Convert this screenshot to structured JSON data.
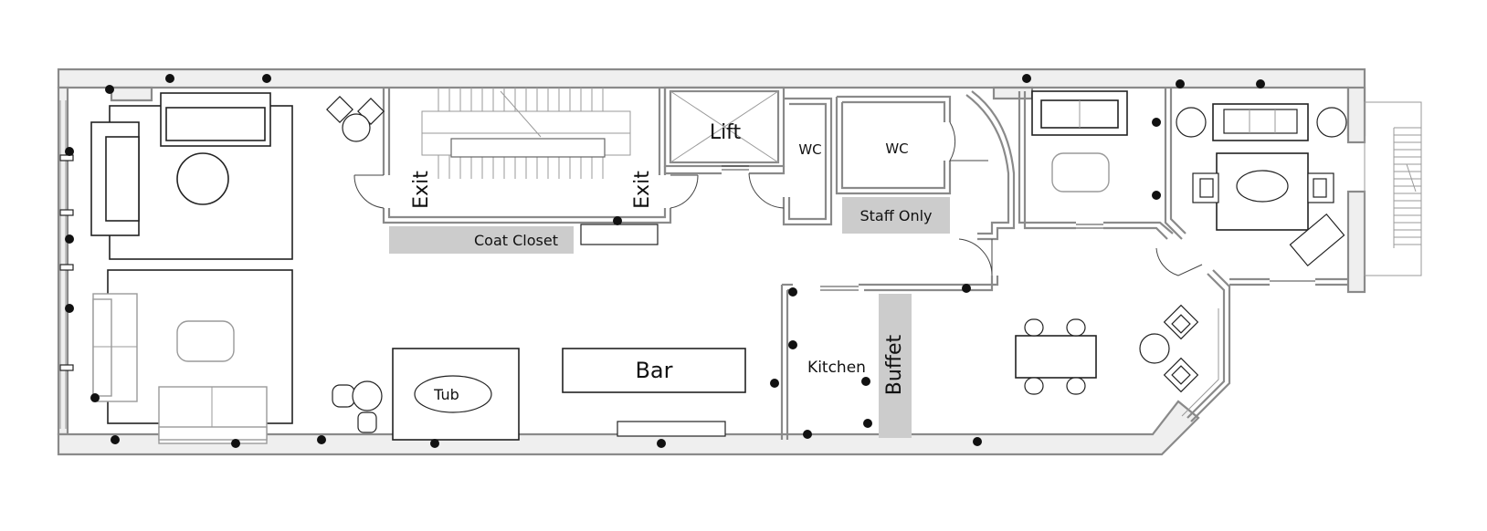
{
  "rooms": {
    "exit_left": "Exit",
    "exit_right": "Exit",
    "lift": "Lift",
    "wc_1": "WC",
    "wc_2": "WC",
    "staff_only": "Staff Only",
    "coat_closet": "Coat Closet",
    "tub": "Tub",
    "bar": "Bar",
    "kitchen": "Kitchen",
    "buffet": "Buffet"
  },
  "colors": {
    "wall_fill": "#efefef",
    "wall_stroke": "#8a8a8a",
    "label_band": "#cccccc",
    "furniture_stroke": "#222222"
  }
}
